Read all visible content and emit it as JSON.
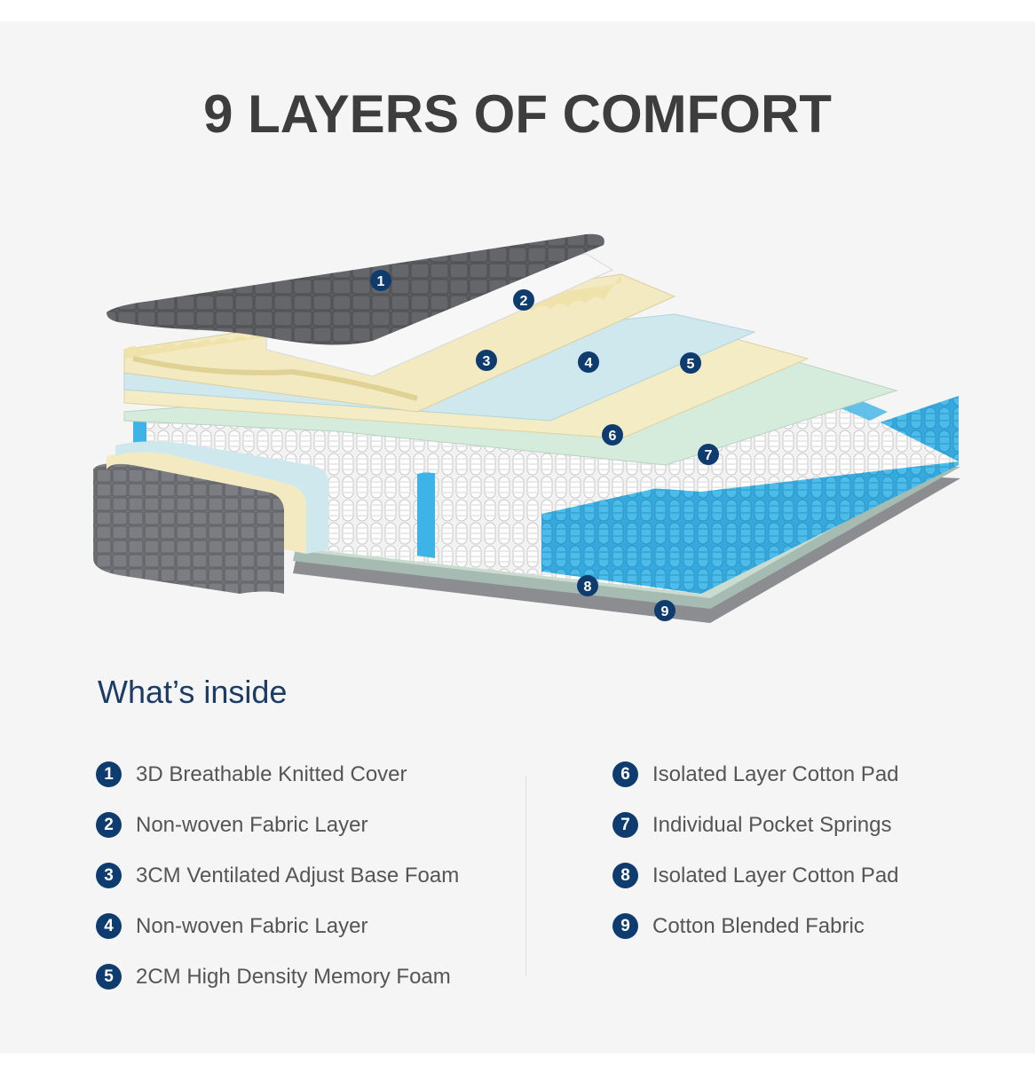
{
  "title": "9 LAYERS OF COMFORT",
  "inside_heading": "What’s inside",
  "layers_left": [
    {
      "num": "1",
      "label": "3D Breathable Knitted Cover"
    },
    {
      "num": "2",
      "label": "Non-woven Fabric Layer"
    },
    {
      "num": "3",
      "label": "3CM Ventilated Adjust Base Foam"
    },
    {
      "num": "4",
      "label": "Non-woven Fabric Layer"
    },
    {
      "num": "5",
      "label": "2CM High Density Memory Foam"
    }
  ],
  "layers_right": [
    {
      "num": "6",
      "label": "Isolated Layer Cotton Pad"
    },
    {
      "num": "7",
      "label": "Individual Pocket Springs"
    },
    {
      "num": "8",
      "label": "Isolated Layer Cotton Pad"
    },
    {
      "num": "9",
      "label": "Cotton Blended Fabric"
    }
  ],
  "markers": [
    "1",
    "2",
    "3",
    "4",
    "5",
    "6",
    "7",
    "8",
    "9"
  ],
  "colors": {
    "accent": "#0f3c6e",
    "title": "#3d3d3d",
    "heading": "#1d3c63",
    "cover": "#58595c",
    "foam": "#f3eac2",
    "fabric_blue": "#cfe8ee",
    "fabric_green": "#d5ebdc",
    "spring_blue": "#3db3e6",
    "spring_white": "#ececec"
  }
}
